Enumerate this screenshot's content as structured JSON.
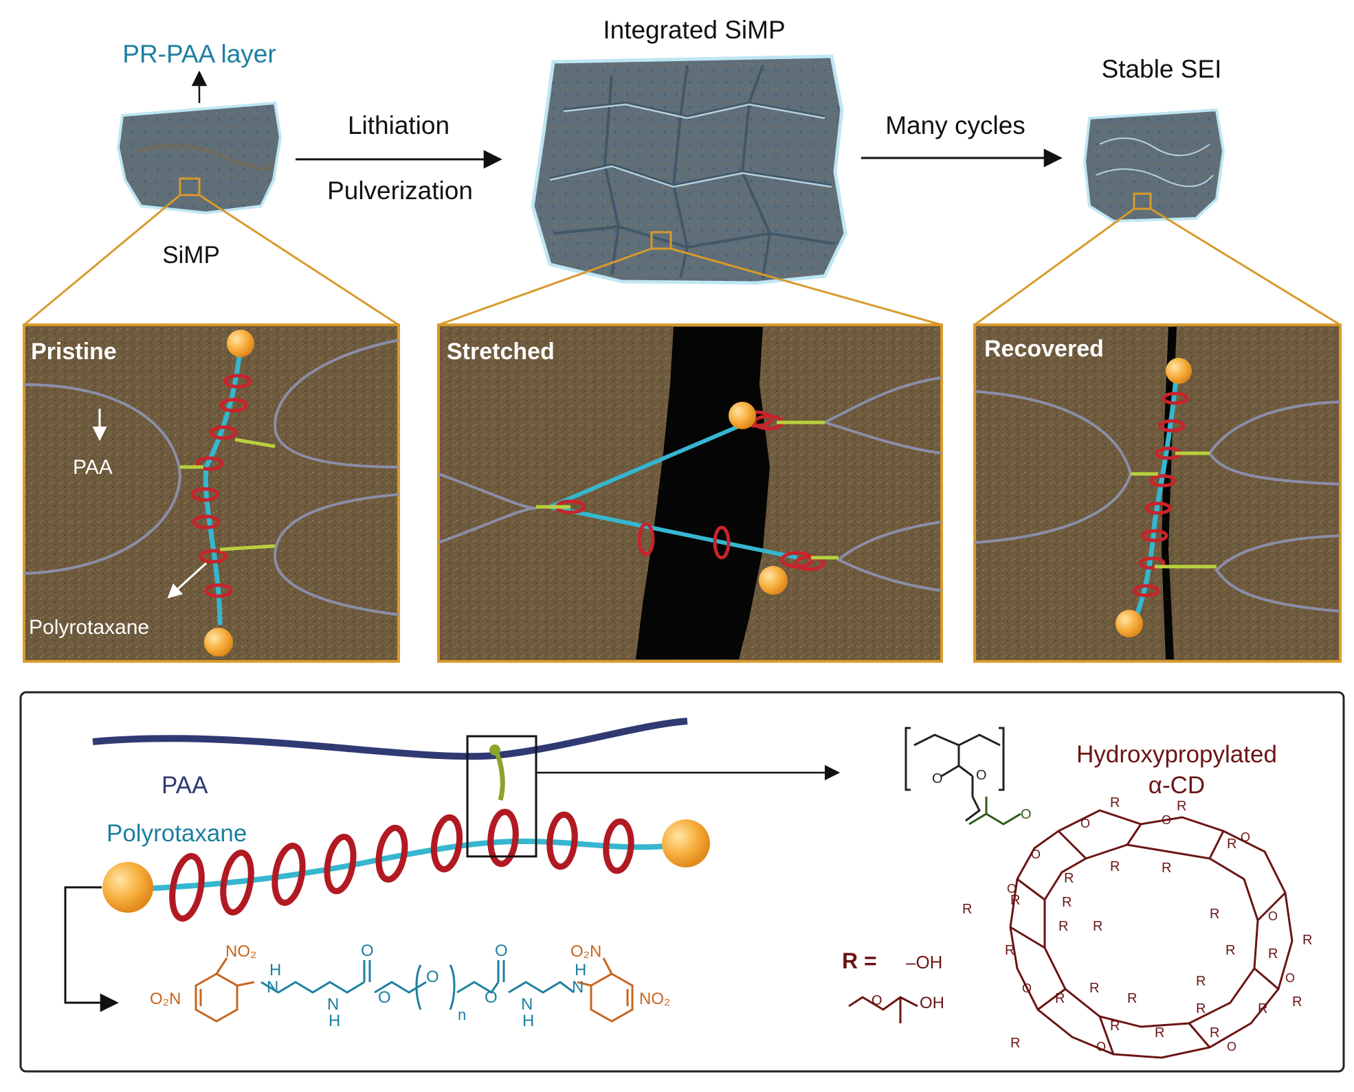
{
  "top": {
    "prpaa_layer": "PR-PAA layer",
    "simp": "SiMP",
    "integrated_simp": "Integrated SiMP",
    "stable_sei": "Stable SEI",
    "lithiation": "Lithiation",
    "pulverization": "Pulverization",
    "many_cycles": "Many cycles"
  },
  "panels": {
    "pristine": "Pristine",
    "stretched": "Stretched",
    "recovered": "Recovered",
    "paa": "PAA",
    "polyrotaxane": "Polyrotaxane"
  },
  "bottom": {
    "paa": "PAA",
    "polyrotaxane": "Polyrotaxane",
    "hp_line1": "Hydroxypropylated",
    "hp_line2": "α-CD",
    "r_equals": "R =",
    "oh": "–OH",
    "oh2": "OH",
    "r": "R",
    "o": "O",
    "n": "n",
    "no2": "NO₂",
    "o2n": "O₂N",
    "h": "H",
    "nh": "N"
  },
  "colors": {
    "teal_text": "#1c7fa0",
    "dark_red_text": "#6b1414",
    "orange_text": "#c8651e",
    "panel_border": "#d99a2b",
    "rod": "#36b6cf",
    "ring": "#c9232b",
    "paa_chain": "#2f3a73",
    "stopper": "#f4a830"
  },
  "icons": {
    "arrow": "right-arrow-icon",
    "stopper": "stopper-bead-icon",
    "ring": "cyclodextrin-ring-icon"
  }
}
